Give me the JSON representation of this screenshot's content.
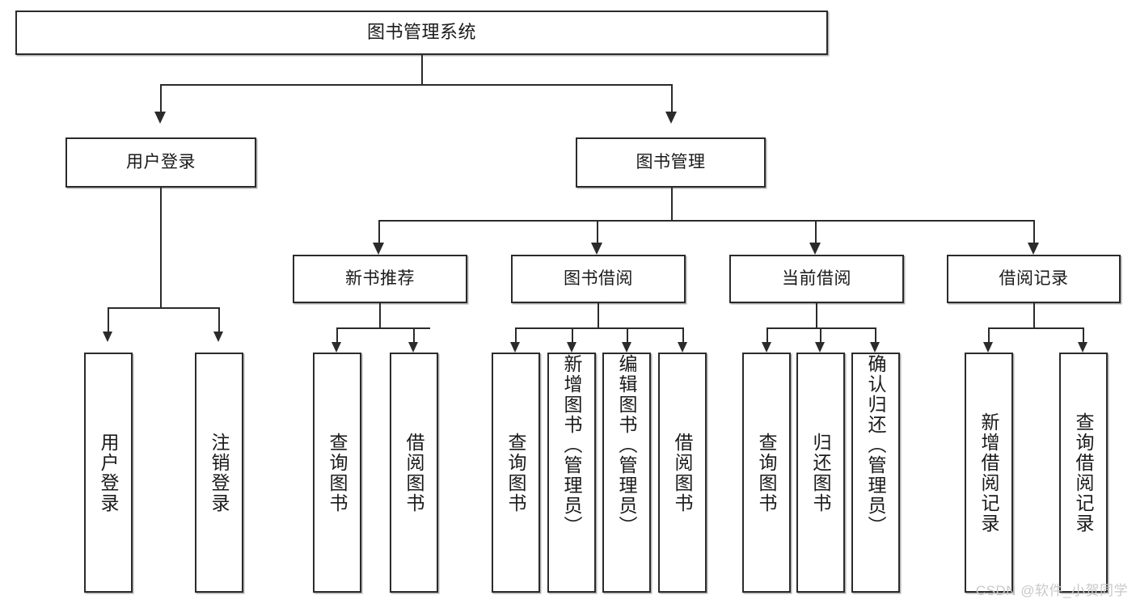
{
  "diagram": {
    "title": "图书管理系统",
    "type": "tree-hierarchy-chart",
    "watermark": "CSDN @软件_小贺同学",
    "root": {
      "label": "图书管理系统"
    },
    "level2": [
      {
        "label": "用户登录"
      },
      {
        "label": "图书管理"
      }
    ],
    "level3": [
      {
        "label": "新书推荐"
      },
      {
        "label": "图书借阅"
      },
      {
        "label": "当前借阅"
      },
      {
        "label": "借阅记录"
      }
    ],
    "leaves": {
      "user_login": [
        {
          "label": "用户登录"
        },
        {
          "label": "注销登录"
        }
      ],
      "new_book_recommend": [
        {
          "label": "查询图书"
        },
        {
          "label": "借阅图书"
        }
      ],
      "book_borrow": [
        {
          "label": "查询图书"
        },
        {
          "label": "新增图书（管理员）"
        },
        {
          "label": "编辑图书（管理员）"
        },
        {
          "label": "借阅图书"
        }
      ],
      "current_borrow": [
        {
          "label": "查询图书"
        },
        {
          "label": "归还图书"
        },
        {
          "label": "确认归还（管理员）"
        }
      ],
      "borrow_record": [
        {
          "label": "新增借阅记录"
        },
        {
          "label": "查询借阅记录"
        }
      ]
    },
    "colors": {
      "stroke": "#2b2b2b",
      "fill": "#ffffff",
      "text": "#1a1a1a",
      "watermark": "#c9c9c9"
    }
  }
}
